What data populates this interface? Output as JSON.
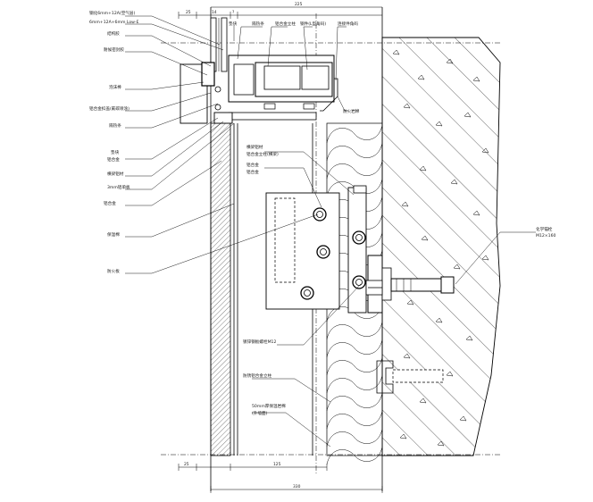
{
  "labels_left": [
    "钢化6mm+12A(空气层)",
    "6mm+12A+6mm Low-E",
    "结构胶",
    "耐候密封胶",
    "泡沫棒",
    "铝合金扣盖(氟碳喷涂)",
    "隔热条",
    "垫块",
    "铝合金",
    "横梁铝材",
    "3mm铝单板",
    "铝合金",
    "保温棉",
    "防火板"
  ],
  "labels_top": [
    "垫块",
    "隔热条",
    "铝合金立柱",
    "钢件(L型角码)",
    "连接件角码"
  ],
  "labels_right_upper": [
    "横梁铝材",
    "铝合金立柱(横梁)",
    "铝合金",
    "铝合金"
  ],
  "labels_right_small": [
    "防火岩棉"
  ],
  "labels_mid": [
    "镀锌钢板螺栓M12",
    "防锈铝合金立柱",
    "50mm厚保温岩棉",
    "(外墙面)"
  ],
  "label_anchor": "化学锚栓",
  "label_anchor_sub": "M12×160",
  "dims_top": [
    "25",
    "14",
    "?",
    "225"
  ],
  "dims_bottom": [
    "25",
    "125"
  ],
  "dim_overall": "330"
}
